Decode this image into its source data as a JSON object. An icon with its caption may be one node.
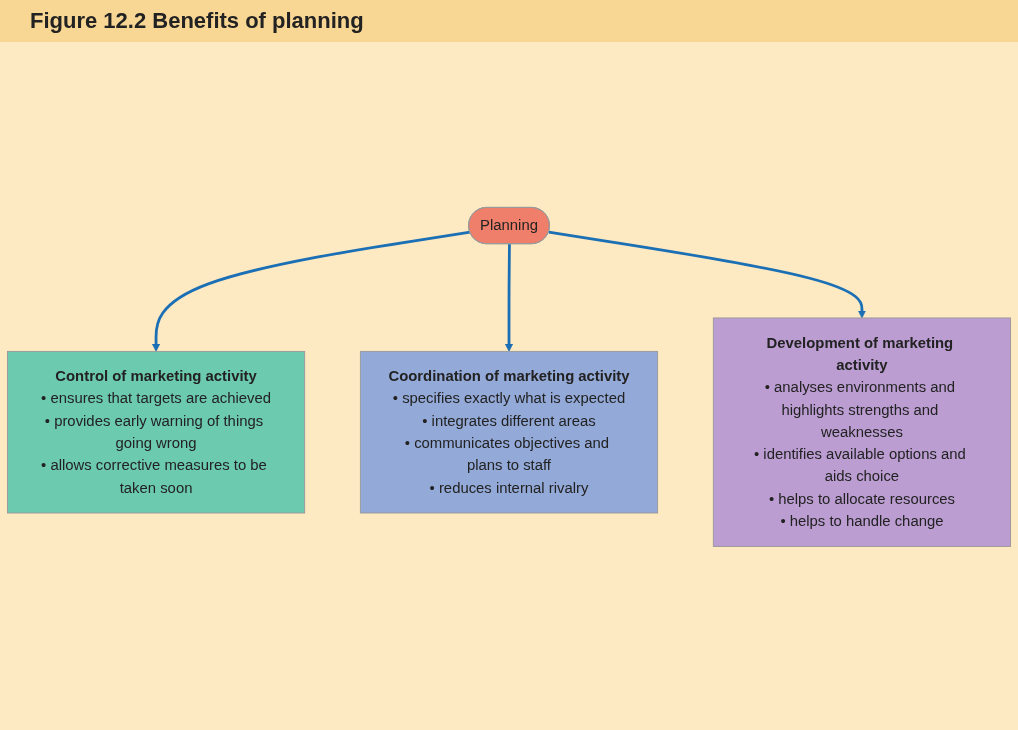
{
  "diagram": {
    "title": "Figure 12.2 Benefits of planning",
    "nodes": [
      {
        "text": [
          "Planning"
        ]
      },
      {
        "text": [
          "Control of marketing activity",
          "• ensures that targets are achieved",
          "• provides early warning of things going wrong",
          "• allows corrective measures to be taken soon"
        ]
      },
      {
        "text": [
          "Coordination of marketing activity",
          "• specifies exactly what is expected",
          "• integrates different areas",
          "• communicates objectives and plans to staff",
          "• reduces internal rivalry"
        ]
      },
      {
        "text": [
          "Development of marketing activity",
          "• analyses environments and highlights strengths and weaknesses",
          "• identifies available options and aids choice",
          "• helps to allocate resources",
          "• helps to handle change"
        ]
      }
    ],
    "edges": [
      {
        "from": 0,
        "to": 1,
        "arrow": "to"
      },
      {
        "from": 0,
        "to": 2,
        "arrow": "to"
      },
      {
        "from": 0,
        "to": 3,
        "arrow": "to"
      }
    ]
  }
}
